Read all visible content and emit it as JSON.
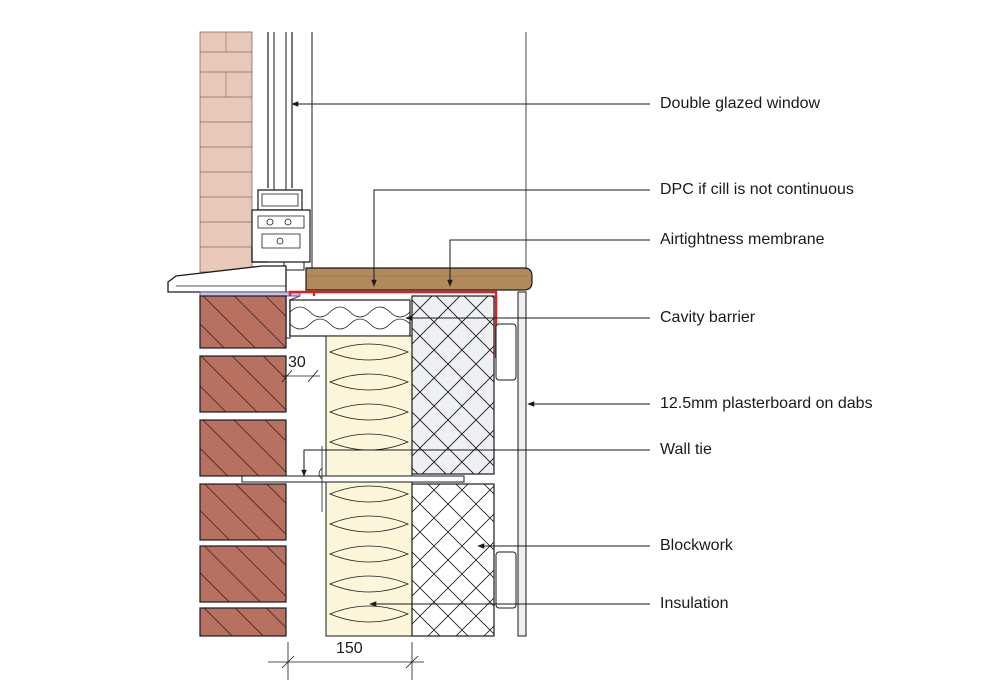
{
  "labels": {
    "window": "Double glazed window",
    "dpc": "DPC if cill is not continuous",
    "airtight": "Airtightness membrane",
    "cavity_barrier": "Cavity barrier",
    "plasterboard": "12.5mm plasterboard on dabs",
    "wall_tie": "Wall tie",
    "blockwork": "Blockwork",
    "insulation": "Insulation"
  },
  "dimensions": {
    "cavity_gap": "30",
    "cavity_width": "150"
  },
  "colors": {
    "brick_face": "#e8c8b8",
    "brick_section": "#b87060",
    "insulation": "#fbf6da",
    "cill_board": "#b08a5a",
    "membrane": "#e02020",
    "plasterboard": "#eeeeee",
    "dpc_tray": "#6a5aa0"
  }
}
